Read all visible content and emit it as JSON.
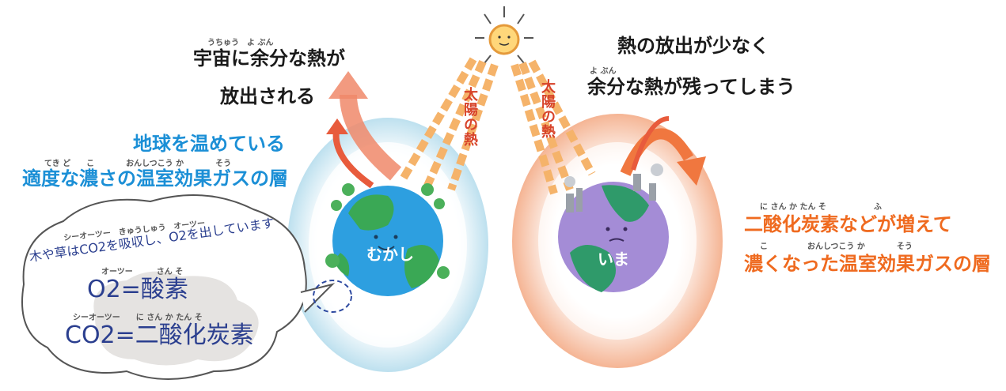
{
  "colors": {
    "blue_text": "#1b8fd6",
    "orange_text": "#ef6a1f",
    "past_atmosphere": "#cde8f3",
    "present_atmosphere": "#f7c2a4",
    "arrow_heat": "#f0773f",
    "sun_rays": "#f5b36a"
  },
  "left": {
    "heading_ruby": "うちゅう　よ ぶん",
    "heading_line1": "宇宙に余分な熱が",
    "heading_line2": "放出される",
    "blue_line1": "地球を温めている",
    "blue_ruby": "てき ど　　こ　　　　おんしつこう か　　　　そう",
    "blue_line2": "適度な濃さの温室効果ガスの層",
    "earth_label": "むかし"
  },
  "right": {
    "heading_line1": "熱の放出が少なく",
    "heading_ruby": "よ ぶん",
    "heading_line2": "余分な熱が残ってしまう",
    "orange_ruby1": "に さん か たん そ　　　　　　ふ",
    "orange_line1": "二酸化炭素などが増えて",
    "orange_ruby2": "こ　　　　　おんしつこう か　　　　そう",
    "orange_line2": "濃くなった温室効果ガスの層",
    "earth_label": "いま"
  },
  "sun_heat_left": "太陽の熱",
  "sun_heat_right": "太陽の熱",
  "bubble": {
    "line": "木や草はCO2を吸収し、O2を出しています",
    "ruby_line": "シーオーツー　きゅうしゅう　オーツー",
    "o2_ruby": "オーツー　　　さん そ",
    "o2_formula": "O2=酸素",
    "co2_ruby": "シーオーツー　　に さん か たん そ",
    "co2_formula": "CO2=二酸化炭素"
  },
  "icons": [
    "sun-icon",
    "earth-past-icon",
    "earth-present-icon",
    "cloud-bubble-icon"
  ]
}
